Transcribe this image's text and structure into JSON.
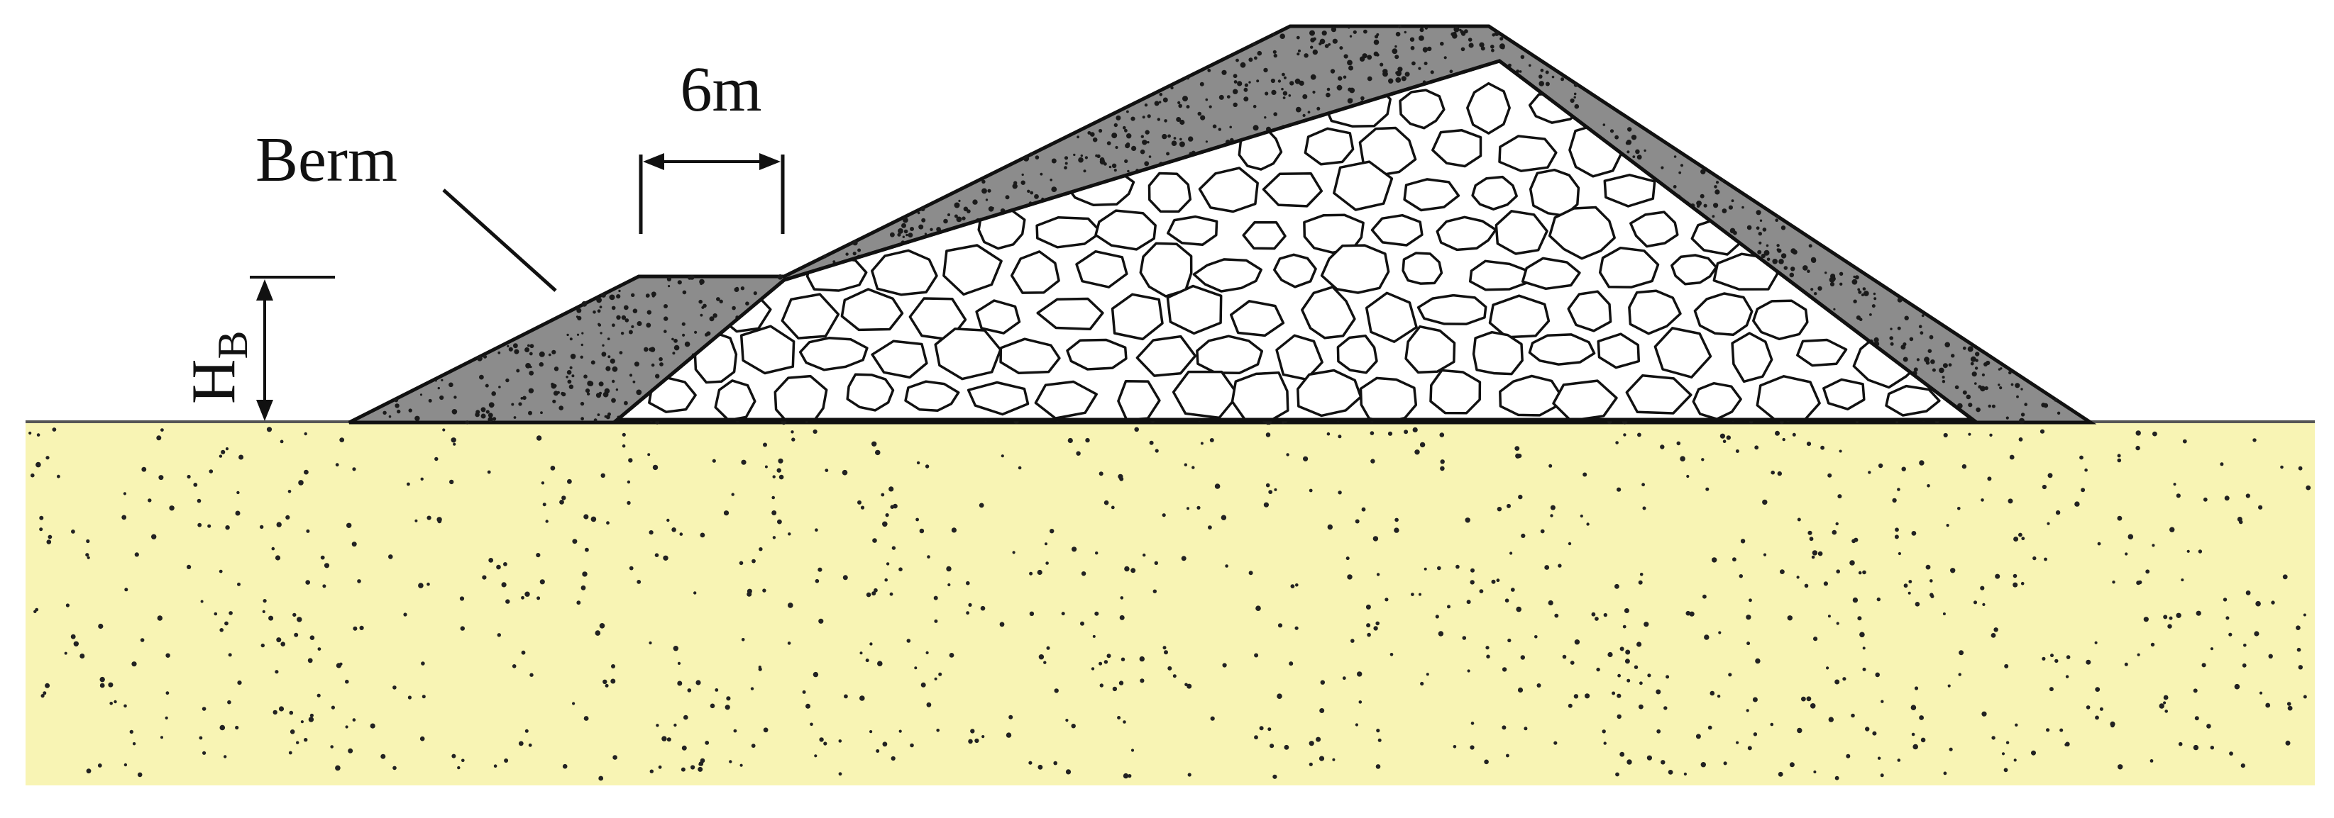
{
  "labels": {
    "berm": "Berm",
    "berm_width": "6m",
    "berm_height_main": "H",
    "berm_height_sub": "B"
  },
  "colors": {
    "soil": "#f8f4b4",
    "armor": "#8c8c8c",
    "core_fill": "#ffffff",
    "line": "#111111",
    "speckle": "#111111"
  },
  "parts": {
    "foundation": "sand-foundation",
    "core": "rock-core",
    "armor_layer": "armor-layer"
  }
}
